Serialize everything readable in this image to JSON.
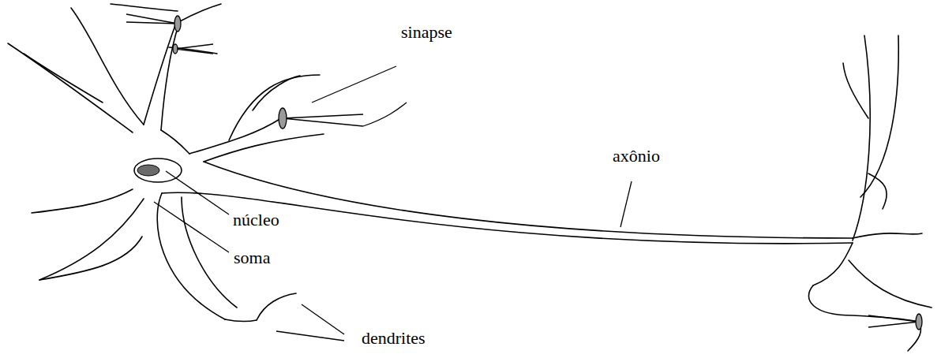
{
  "diagram": {
    "labels": [
      "sinapse",
      "axônio",
      "núcleo",
      "soma",
      "dendrites"
    ]
  }
}
